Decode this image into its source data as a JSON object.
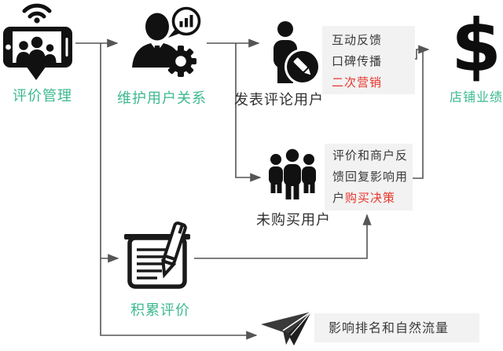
{
  "diagram": {
    "title_hint": "review-management-flow-diagram",
    "nodes": {
      "review_management": {
        "label": "评价管理",
        "icon": "tablet-audience-icon"
      },
      "maintain_relationship": {
        "label": "维护用户关系",
        "icon": "businessman-gear-icon"
      },
      "commenting_users": {
        "label": "发表评论用户",
        "icon": "person-edit-icon"
      },
      "store_performance": {
        "label": "店铺业绩",
        "icon": "dollar-icon"
      },
      "non_buyers": {
        "label": "未购买用户",
        "icon": "people-group-icon"
      },
      "accumulate_reviews": {
        "label": "积累评价",
        "icon": "notebook-pen-icon"
      },
      "organic_traffic": {
        "icon": "paper-plane-icon"
      }
    },
    "boxes": {
      "feedback_box": {
        "line1": "互动反馈",
        "line2": "口碑传播",
        "line3_red": "二次营销"
      },
      "decision_box": {
        "text_black": "评价和商户反馈回复影响用户",
        "text_red": "购买决策"
      },
      "ranking_box": {
        "text_red": "影响排名和自然流量"
      }
    },
    "connections": [
      "评价管理 → 维护用户关系",
      "评价管理 → 积累评价",
      "评价管理 → 影响排名和自然流量(纸飞机)",
      "维护用户关系 → 发表评论用户",
      "维护用户关系 → 未购买用户",
      "互动反馈/口碑传播/二次营销 → 店铺业绩",
      "评价和商户反馈回复影响用户购买决策 → 店铺业绩",
      "积累评价 → 评价和商户反馈回复影响用户购买决策"
    ],
    "colors": {
      "accent_green": "#3cb98e",
      "alert_red": "#e8352c",
      "box_background": "#f2f2f2",
      "connector_gray": "#555555",
      "icon_black": "#111111"
    }
  }
}
